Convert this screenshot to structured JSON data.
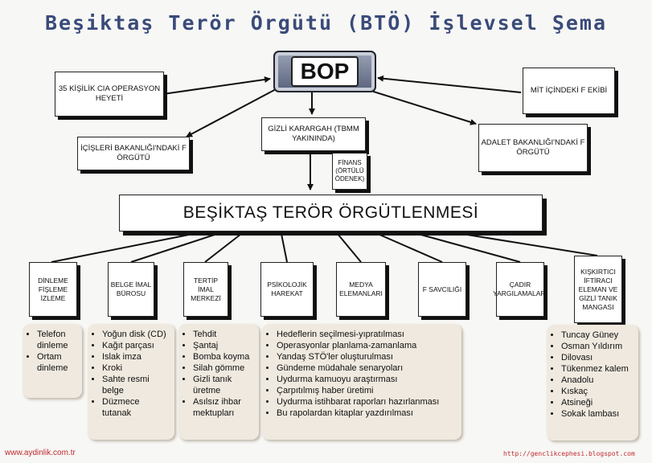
{
  "title": "Beşiktaş Terör Örgütü (BTÖ) İşlevsel Şema",
  "center": "BOP",
  "main": "BEŞİKTAŞ TERÖR ÖRGÜTLENMESİ",
  "top_boxes": {
    "cia": "35 KİŞİLİK CIA OPERASYON HEYETİ",
    "mit": "MİT İÇİNDEKİ F EKİBİ",
    "icisleri": "İÇİŞLERİ BAKANLIĞI'NDAKİ F ÖRGÜTÜ",
    "karargah": "GİZLİ KARARGAH (TBMM YAKININDA)",
    "finans": "FİNANS (ÖRTÜLÜ ÖDENEK)",
    "adalet": "ADALET BAKANLIĞI'NDAKİ F ÖRGÜTÜ"
  },
  "categories": [
    "DİNLEME FİŞLEME İZLEME",
    "BELGE İMAL BÜROSU",
    "TERTİP İMAL MERKEZİ",
    "PSİKOLOJİK HAREKAT",
    "MEDYA ELEMANLARI",
    "F SAVCILIĞI",
    "ÇADIR YARGILAMALARI",
    "KIŞKIRTICI İFTİRACI ELEMAN VE GİZLİ TANIK MANGASI"
  ],
  "lists": {
    "dinleme": [
      "Telefon dinleme",
      "Ortam dinleme"
    ],
    "belge": [
      "Yoğun disk (CD)",
      "Kağıt parçası",
      "Islak imza",
      "Kroki",
      "Sahte resmi belge",
      "Düzmece tutanak"
    ],
    "tertip": [
      "Tehdit",
      "Şantaj",
      "Bomba koyma",
      "Silah gömme",
      "Gizli tanık üretme",
      "Asılsız ihbar mektupları"
    ],
    "psikolojik": [
      "Hedeflerin seçilmesi-yıpratılması",
      "Operasyonlar planlama-zamanlama",
      "Yandaş STÖ'ler oluşturulması",
      "Gündeme müdahale senaryoları",
      "Uydurma kamuoyu araştırması",
      "Çarpıtılmış haber üretimi",
      "Uydurma istihbarat raporları hazırlanması",
      "Bu rapolardan kitaplar yazdırılması"
    ],
    "kiskirtici": [
      "Tuncay Güney",
      "Osman Yıldırım",
      "Dilovası",
      "Tükenmez kalem",
      "Anadolu",
      "Kıskaç",
      "Atsineği",
      "Sokak lambası"
    ]
  },
  "footer": {
    "left": "www.aydinlik.com.tr",
    "right": "http://genclikcephesi.blogspot.com"
  }
}
